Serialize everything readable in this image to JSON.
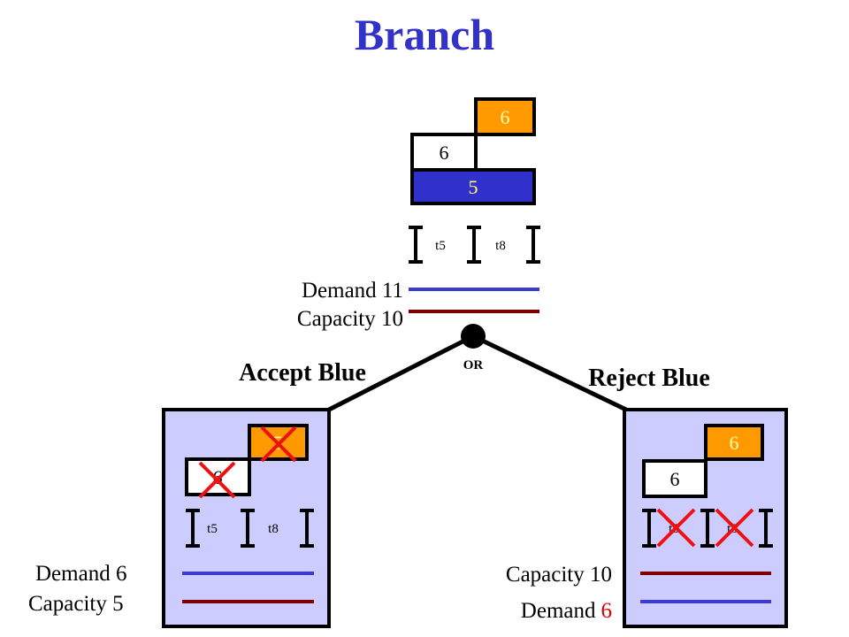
{
  "title": "Branch",
  "colors": {
    "orange": "#ff9900",
    "blue": "#3030cc",
    "panel": "#ccccff",
    "demand_line": "#3b3bd0",
    "capacity_line": "#800000",
    "cross": "#ee1111",
    "highlight": "#e00000"
  },
  "top": {
    "boxes": [
      "6",
      "6",
      "5"
    ],
    "times": [
      "t5",
      "t8"
    ],
    "demand": "Demand 11",
    "capacity": "Capacity 10"
  },
  "or_label": "OR",
  "left": {
    "label": "Accept Blue",
    "boxes": [
      "5",
      "6"
    ],
    "times": [
      "t5",
      "t8"
    ],
    "demand": "Demand 6",
    "capacity": "Capacity 5"
  },
  "right": {
    "label": "Reject Blue",
    "boxes": [
      "6",
      "6"
    ],
    "times": [
      "t5",
      "t8"
    ],
    "capacity": "Capacity 10",
    "demand_word": "Demand",
    "demand_value": "6"
  }
}
